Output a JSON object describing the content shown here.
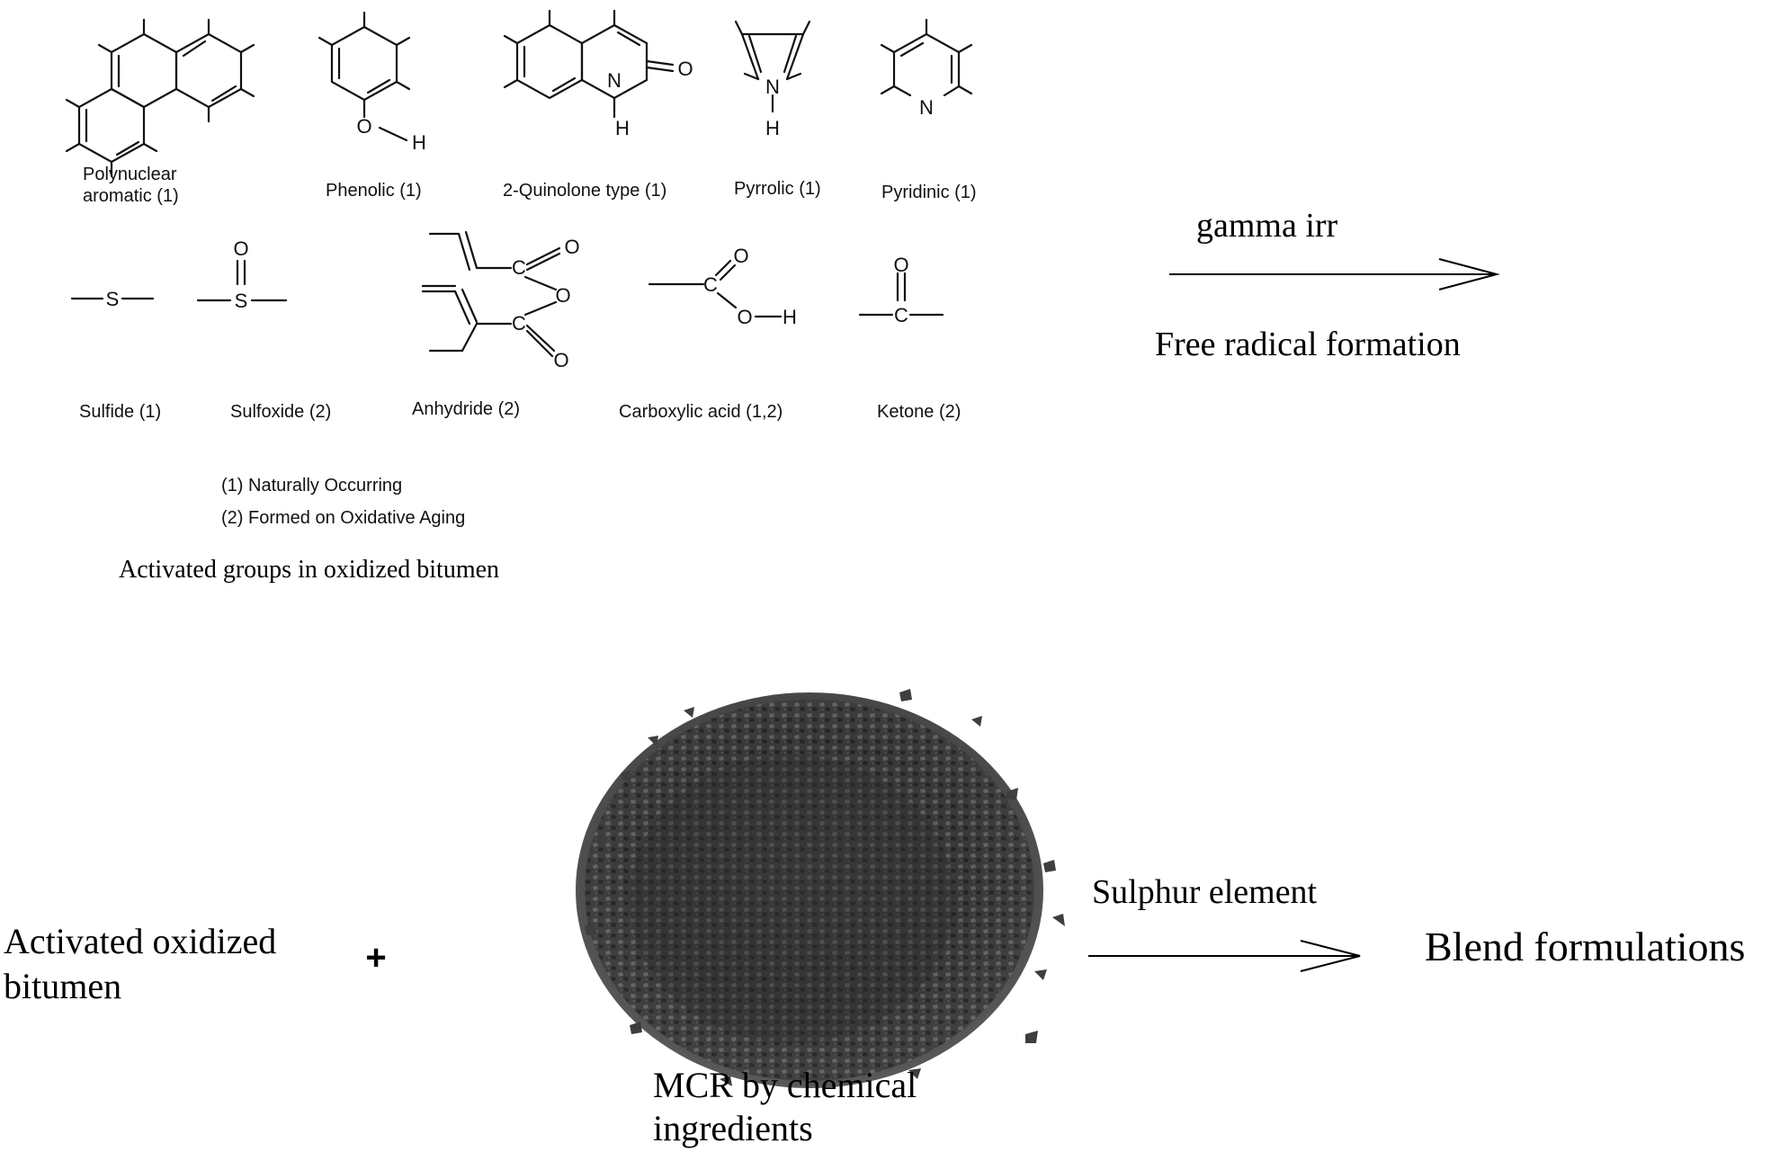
{
  "structures_row1": [
    {
      "id": "polynuclear",
      "label_lines": [
        "Polynuclear",
        "aromatic (1)"
      ]
    },
    {
      "id": "phenolic",
      "label_lines": [
        "Phenolic (1)"
      ]
    },
    {
      "id": "quinolone",
      "label_lines": [
        "2-Quinolone type (1)"
      ]
    },
    {
      "id": "pyrrolic",
      "label_lines": [
        "Pyrrolic (1)"
      ]
    },
    {
      "id": "pyridinic",
      "label_lines": [
        "Pyridinic (1)"
      ]
    }
  ],
  "structures_row2": [
    {
      "id": "sulfide",
      "label": "Sulfide (1)"
    },
    {
      "id": "sulfoxide",
      "label": "Sulfoxide (2)"
    },
    {
      "id": "anhydride",
      "label": "Anhydride (2)"
    },
    {
      "id": "carboxylic",
      "label": "Carboxylic acid (1,2)"
    },
    {
      "id": "ketone",
      "label": "Ketone (2)"
    }
  ],
  "atoms": {
    "O": "O",
    "H": "H",
    "N": "N",
    "S": "S",
    "C": "C"
  },
  "legend": [
    "(1) Naturally Occurring",
    "(2) Formed on Oxidative Aging"
  ],
  "caption": "Activated groups in oxidized bitumen",
  "step1": {
    "above": "gamma irr",
    "below": "Free radical formation"
  },
  "reactant1_lines": [
    "Activated oxidized",
    "bitumen"
  ],
  "plus": "+",
  "reactant2_lines": [
    "MCR by chemical",
    "ingredients"
  ],
  "step2": {
    "above": "Sulphur element"
  },
  "product": "Blend formulations",
  "colors": {
    "ink": "#111111",
    "rubber_dark": "#2a2a2a",
    "rubber_light": "#6a6a6a"
  }
}
